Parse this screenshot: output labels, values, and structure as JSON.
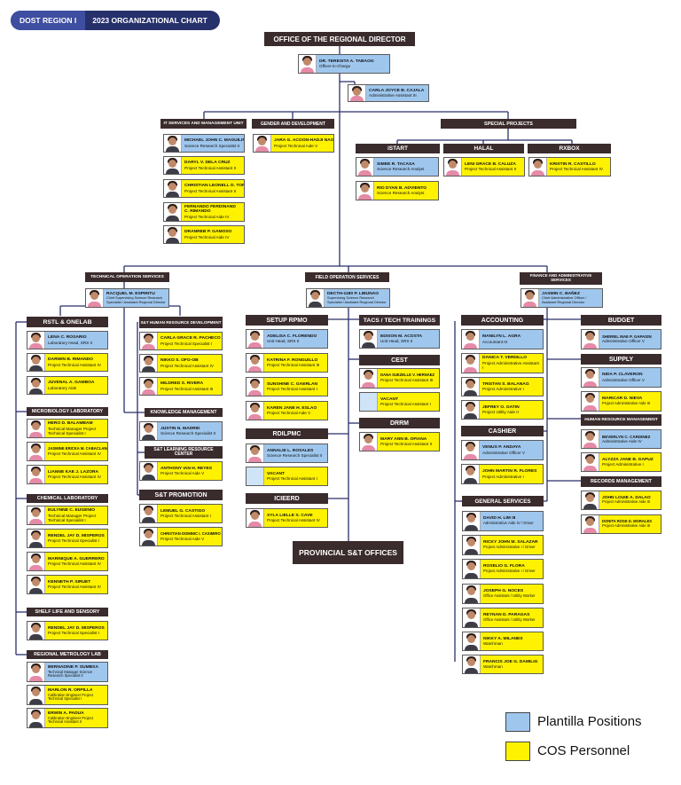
{
  "title": {
    "region": "DOST REGION I",
    "chart": "2023 ORGANIZATIONAL CHART"
  },
  "headers": {
    "ord": "OFFICE OF THE REGIONAL DIRECTOR",
    "itsm": "IT SERVICES AND MANAGEMENT UNIT",
    "gad": "GENDER AND DEVELOPMENT",
    "special": "SPECIAL PROJECTS",
    "istart": "iSTART",
    "halal": "HALAL",
    "rxbox": "RXBOX",
    "tos": "TECHNICAL OPERATION SERVICES",
    "fos": "FIELD OPERATION SERVICES",
    "fas": "FINANCE AND ADMINISTRATIVE SERVICES",
    "rstl": "RSTL & ONELAB",
    "micro": "MICROBIOLOGY LABORATORY",
    "chem": "CHEMICAL LABORATORY",
    "shelf": "SHELF LIFE AND SENSORY",
    "metro": "REGIONAL METROLOGY LAB",
    "sthrd": "S&T HUMAN RESOURCE DEVELOPMENT",
    "km": "KNOWLEDGE MANAGEMENT",
    "stlrc": "S&T LEARNING RESOURCE CENTER",
    "stpromo": "S&T PROMOTION",
    "setup": "SETUP RPMO",
    "tacs": "TACS / TECH TRAININGS",
    "cest": "CEST",
    "drrm": "DRRM",
    "rdilpmc": "RDILPMC",
    "icieerd": "ICIEERD",
    "provincial": "PROVINCIAL S&T OFFICES",
    "accounting": "ACCOUNTING",
    "budget": "BUDGET",
    "supply": "SUPPLY",
    "hrm": "HUMAN RESOURCE MANAGEMENT",
    "cashier": "CASHIER",
    "records": "RECORDS MANAGEMENT",
    "gs": "GENERAL SERVICES"
  },
  "legend": {
    "plantilla": "Plantilla Positions",
    "cos": "COS Personnel",
    "colors": {
      "plantilla": "#9fc7ee",
      "cos": "#fff200"
    }
  },
  "people": {
    "director": {
      "name": "DR. TERESITA A. TABAOG",
      "pos": "Officer-in-Charge"
    },
    "ord_asst": {
      "name": "CARLA JOYCE B. CAJALA",
      "pos": "Administrative Assistant III"
    },
    "it1": {
      "name": "MICHAEL JOHN C. MAGUILING",
      "pos": "Science Research Specialist II"
    },
    "it2": {
      "name": "DARYL V. DELA CRUZ",
      "pos": "Project Technical Assistant II"
    },
    "it3": {
      "name": "CHRISTIAN LEONELL D. TORRES",
      "pos": "Project Technical Assistant II"
    },
    "it4": {
      "name": "FERNANDO FERDINAND C. RIMANDO",
      "pos": "Project Technical Aide IV"
    },
    "it5": {
      "name": "DRANREB P. GAMOSO",
      "pos": "Project Technical Aide IV"
    },
    "gad1": {
      "name": "JARA G. ACOON-HADJI NASIF",
      "pos": "Project Technical Aide V"
    },
    "istart1": {
      "name": "SIMEE R. TACASA",
      "pos": "Science Research Analyst"
    },
    "istart2": {
      "name": "RIO DYAN B. ADVIENTO",
      "pos": "Science Research Analyst"
    },
    "halal1": {
      "name": "LENI GRACE B. CALUZA",
      "pos": "Project Technical Assistant II"
    },
    "rxbox1": {
      "name": "KRISTIN R. CASTILLO",
      "pos": "Project Technical Assistant IV"
    },
    "tos_head": {
      "name": "RACQUEL M. ESPIRITU",
      "pos": "Chief Supervising Science Research Specialist / Assistant Regional Director"
    },
    "fos_head": {
      "name": "DECTH-1180 P. LIBUNAO",
      "pos": "Supervising Science Research Specialist / Assistant Regional Director"
    },
    "fas_head": {
      "name": "JASMIN C. BAÑEZ",
      "pos": "Chief Administrative Officer / Assistant Regional Director"
    },
    "rstl1": {
      "name": "LENA C. ROSARIO",
      "pos": "Laboratory Head, SRS II"
    },
    "rstl2": {
      "name": "DARWIN B. RIMANDO",
      "pos": "Project Technical Assistant IV"
    },
    "rstl3": {
      "name": "JUVENAL A. GAMBOA",
      "pos": "Laboratory Aide"
    },
    "micro1": {
      "name": "HERO D. BALAMBAM",
      "pos": "Technical Manager Project Technical Specialist I"
    },
    "micro2": {
      "name": "JASMINE ERICKA M. CABACLANG",
      "pos": "Project Technical Assistant IV"
    },
    "micro3": {
      "name": "LIANNE KAE J. LAZORA",
      "pos": "Project Technical Assistant IV"
    },
    "chem1": {
      "name": "EULYNNE C. EUGENIO",
      "pos": "Technical Manager Project Technical Specialist I"
    },
    "chem2": {
      "name": "RENDEL JAY D. MISPEROS",
      "pos": "Project Technical Specialist I"
    },
    "chem3": {
      "name": "MARINIQUE A. GUERRERO",
      "pos": "Project Technical Assistant IV"
    },
    "chem4": {
      "name": "KENNETH P. SIRUET",
      "pos": "Project Technical Assistant IV"
    },
    "shelf1": {
      "name": "RENDEL JAY D. MISPEROS",
      "pos": "Project Technical Specialist I"
    },
    "metro1": {
      "name": "BERNADINE P. SUMBSA",
      "pos": "Technical Manager Science Research Specialist II"
    },
    "metro2": {
      "name": "MARLON R. ORPILLA",
      "pos": "Calibration Engineer Project Technical Specialist I"
    },
    "metro3": {
      "name": "ERWIN A. PADUA",
      "pos": "Calibration Engineer Project Technical Assistant II"
    },
    "hrd1": {
      "name": "CARLA GRACE R. PACHECO",
      "pos": "Project Technical Specialist I"
    },
    "hrd2": {
      "name": "NIKKO S. OFO-OB",
      "pos": "Project Technical Assistant IV"
    },
    "hrd3": {
      "name": "MILDRED S. RIVERA",
      "pos": "Project Technical Assistant III"
    },
    "km1": {
      "name": "JUSTIN N. MADRID",
      "pos": "Science Research Specialist II"
    },
    "lrc1": {
      "name": "ANTHONY IAN H. REYES",
      "pos": "Project Technical Aide V"
    },
    "promo1": {
      "name": "LEMUEL G. CASTIGO",
      "pos": "Project Technical Assistant I"
    },
    "promo2": {
      "name": "CHRISTIAN DOMINIC I. CASIMIRO",
      "pos": "Project Technical Aide V"
    },
    "setup1": {
      "name": "ADELISA C. FLORENDO",
      "pos": "Unit Head, SRS II"
    },
    "setup2": {
      "name": "KATRINA F. RONGUILLO",
      "pos": "Project Technical Assistant III"
    },
    "setup3": {
      "name": "SUNSHINE C. GAERLAN",
      "pos": "Project Technical Assistant I"
    },
    "setup4": {
      "name": "KAREN JANE H. ESLAO",
      "pos": "Project Technical Aide V"
    },
    "tacs1": {
      "name": "EDISON M. ACOSTA",
      "pos": "Unit Head, SRS II"
    },
    "cest1": {
      "name": "DANA SUEZELLE V. HERNAEZ",
      "pos": "Project Technical Assistant III"
    },
    "cest2": {
      "name": "VACANT",
      "pos": "Project Technical Assistant I"
    },
    "drrm1": {
      "name": "MARY ANN B. OFIANA",
      "pos": "Project Technical Assistant II"
    },
    "rdil1": {
      "name": "ANNALIE L. ROSALES",
      "pos": "Science Research Specialist II"
    },
    "rdil2": {
      "name": "VACANT",
      "pos": "Project Technical Assistant I"
    },
    "icie1": {
      "name": "XYLA LIELLE S. CAVE",
      "pos": "Project Technical Assistant IV"
    },
    "acc1": {
      "name": "MANILYN L. AGRA",
      "pos": "Accountant III"
    },
    "acc2": {
      "name": "DANICA T. VERDILLO",
      "pos": "Project Administrative Assistant I"
    },
    "acc3": {
      "name": "TRISTAN S. BALANAG",
      "pos": "Project Administrative I"
    },
    "acc4": {
      "name": "JEFREY O. GATIN",
      "pos": "Project Utility Aide II"
    },
    "bud1": {
      "name": "SHERIEL MAE P. GAPASIN",
      "pos": "Administrative Officer V"
    },
    "sup1": {
      "name": "NIDA P. CLAVERON",
      "pos": "Administrative Officer V"
    },
    "sup2": {
      "name": "MARICAR D. NIEVA",
      "pos": "Project Administrative Aide III"
    },
    "hrm1": {
      "name": "BEVERLYN C. CARDINEZ",
      "pos": "Administrative Aide IV"
    },
    "hrm2": {
      "name": "ALYZZA JANE B. GAPUZ",
      "pos": "Project Administrative I"
    },
    "cash1": {
      "name": "VENUS P. ANDAYA",
      "pos": "Administrative Officer V"
    },
    "cash2": {
      "name": "JOHN MARTIN R. FLORES",
      "pos": "Project Administrative I"
    },
    "rec1": {
      "name": "JOHN LOUIE A. DALAO",
      "pos": "Project Administrative Aide III"
    },
    "rec2": {
      "name": "DONITA ROSE D. MORALES",
      "pos": "Project Administrative Aide III"
    },
    "gs1": {
      "name": "DAVID H. LIM III",
      "pos": "Administrative Aide IV / Driver"
    },
    "gs2": {
      "name": "RICKY JOHN M. SALAZAR",
      "pos": "Project Administrative I / Driver"
    },
    "gs3": {
      "name": "ROSELIO G. FLORA",
      "pos": "Project Administrative I / Driver"
    },
    "gs4": {
      "name": "JOSEPH G. NOCES",
      "pos": "Office Assistant / Utility Worker"
    },
    "gs5": {
      "name": "REYNAN D. PARAGAS",
      "pos": "Office Assistant / Utility Worker"
    },
    "gs6": {
      "name": "NIKKY A. MILANES",
      "pos": "Watchman"
    },
    "gs7": {
      "name": "FRANCIS JOE G. DAMILIG",
      "pos": "Watchman"
    }
  }
}
